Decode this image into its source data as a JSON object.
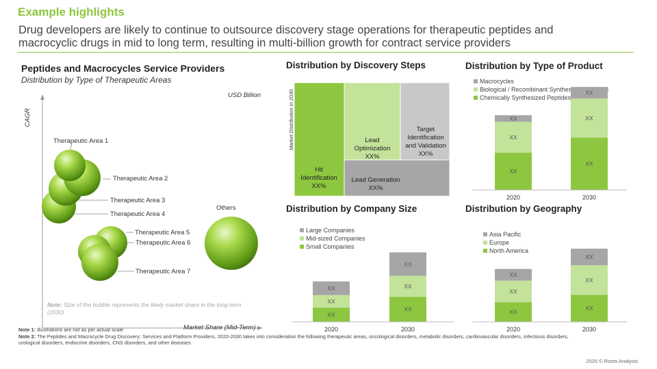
{
  "header": {
    "highlight": "Example highlights",
    "line1": "Drug developers are likely to continue to outsource discovery stage operations for therapeutic peptides and",
    "line2": "macrocyclic drugs in mid to long term, resulting in multi-billion growth for contract service providers"
  },
  "colors": {
    "accent": "#8dc63f",
    "light_green": "#c3e29a",
    "dark_green": "#7ac143",
    "grey": "#a6a6a6",
    "light_grey": "#c8c8c8",
    "dark_grey": "#999999"
  },
  "bubble": {
    "title": "Peptides and Macrocycles Service Providers",
    "subtitle": "Distribution by Type of Therapeutic Areas",
    "unit": "USD Billion",
    "ylabel": "CAGR",
    "xlabel": "Market Share (Mid-Term)",
    "note_label": "Note:",
    "note_text": " Size of the bubble represents the likely market share in the long-term",
    "note_text2": "(2030)"
  },
  "notes": {
    "n1_label": "Note 1:",
    "n1": " Illustrations are not as per actual scale",
    "n2_label": "Note 2:",
    "n2": " The Peptides and Macrocycle Drug Discovery: Services and Platform Providers, 2020-2030 takes into consideration the following therapeutic areas, oncological disorders, metabolic disorders, cardiovascular disorders, infectious disorders,",
    "n2b": "urological disorders, endocrine disorders, CNS disorders, and other diseases"
  },
  "footer": "2020 © Roots Analysis",
  "chart_data": [
    {
      "id": "bubble",
      "type": "scatter",
      "title": "Peptides and Macrocycles Service Providers",
      "subtitle": "Distribution by Type of Therapeutic Areas",
      "xlabel": "Market Share (Mid-Term)",
      "ylabel": "CAGR",
      "series": [
        {
          "name": "Therapeutic  Area 1",
          "label": "Therapeutic  Area 1"
        },
        {
          "name": "Therapeutic  Area 2",
          "label": "Therapeutic  Area 2"
        },
        {
          "name": "Therapeutic  Area 3",
          "label": "Therapeutic  Area 3"
        },
        {
          "name": "Therapeutic  Area 4",
          "label": "Therapeutic  Area 4"
        },
        {
          "name": "Therapeutic  Area 5",
          "label": "Therapeutic  Area 5"
        },
        {
          "name": "Therapeutic  Area 6",
          "label": "Therapeutic  Area 6"
        },
        {
          "name": "Therapeutic  Area 7",
          "label": "Therapeutic  Area 7"
        },
        {
          "name": "Others",
          "label": "Others"
        }
      ]
    },
    {
      "id": "discovery",
      "type": "treemap",
      "title": "Distribution by Discovery Steps",
      "ylabel": "Market Distribution in 2030",
      "cells": [
        {
          "lines": [
            "Hit",
            "Identification",
            "XX%"
          ],
          "color": "#8dc63f"
        },
        {
          "lines": [
            "Lead",
            "Optimization",
            "XX%"
          ],
          "color": "#c3e29a"
        },
        {
          "lines": [
            "Target",
            "Identification",
            "and Validation",
            "XX%"
          ],
          "color": "#c8c8c8"
        },
        {
          "lines": [
            "Lead  Generation",
            "XX%"
          ],
          "color": "#a6a6a6"
        }
      ]
    },
    {
      "id": "product",
      "type": "bar",
      "stacked": true,
      "title": "Distribution by Type of Product",
      "categories": [
        "2020",
        "2030"
      ],
      "series": [
        {
          "name": "Chemically Synthesized Peptides",
          "color": "#8dc63f",
          "values": [
            45,
            63
          ],
          "labels": [
            "XX",
            "XX"
          ]
        },
        {
          "name": "Biological / Recombinant Synthesized Peptides",
          "color": "#c3e29a",
          "values": [
            37,
            47
          ],
          "labels": [
            "XX",
            "XX"
          ]
        },
        {
          "name": "Macrocycles",
          "color": "#a6a6a6",
          "values": [
            8,
            14
          ],
          "labels": [
            "XX",
            "XX"
          ]
        }
      ],
      "ylim": [
        0,
        125
      ],
      "legend": "top-left"
    },
    {
      "id": "company",
      "type": "bar",
      "stacked": true,
      "title": "Distribution by Company Size",
      "categories": [
        "2020",
        "2030"
      ],
      "series": [
        {
          "name": "Small Companies",
          "color": "#8dc63f",
          "values": [
            25,
            44
          ],
          "labels": [
            "XX",
            "XX"
          ]
        },
        {
          "name": "Mid-sized Companies",
          "color": "#c3e29a",
          "values": [
            22,
            37
          ],
          "labels": [
            "XX",
            "XX"
          ]
        },
        {
          "name": "Large Companies",
          "color": "#a6a6a6",
          "values": [
            24,
            41
          ],
          "labels": [
            "XX",
            "XX"
          ]
        }
      ],
      "ylim": [
        0,
        150
      ],
      "legend": "top-left"
    },
    {
      "id": "geo",
      "type": "bar",
      "stacked": true,
      "title": "Distribution by Geography",
      "categories": [
        "2020",
        "2030"
      ],
      "series": [
        {
          "name": "North America",
          "color": "#8dc63f",
          "values": [
            32,
            44
          ],
          "labels": [
            "XX",
            "XX"
          ]
        },
        {
          "name": "Europe",
          "color": "#c3e29a",
          "values": [
            35,
            48
          ],
          "labels": [
            "XX",
            "XX"
          ]
        },
        {
          "name": "Asia Pacific",
          "color": "#a6a6a6",
          "values": [
            19,
            27
          ],
          "labels": [
            "XX",
            "XX"
          ]
        }
      ],
      "ylim": [
        0,
        140
      ],
      "legend": "top-left"
    }
  ]
}
